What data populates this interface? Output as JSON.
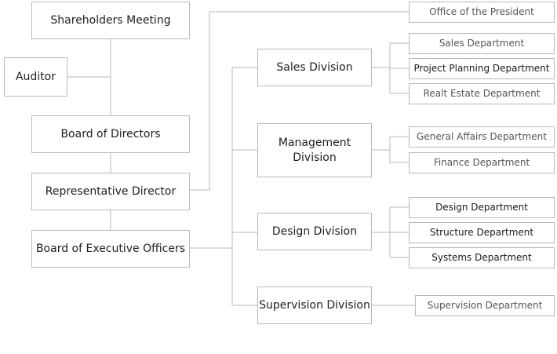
{
  "chart": {
    "shareholders": "Shareholders Meeting",
    "auditor": "Auditor",
    "board_directors": "Board of Directors",
    "rep_director": "Representative Director",
    "exec_officers": "Board of Executive Officers",
    "president_office": "Office of the President",
    "divisions": {
      "sales": "Sales Division",
      "management": "Management Division",
      "design": "Design Division",
      "supervision": "Supervision Division"
    },
    "departments": {
      "sales_dept": "Sales Department",
      "project_planning": "Project Planning Department",
      "real_estate": "Realt Estate Department",
      "general_affairs": "General Affairs Department",
      "finance": "Finance Department",
      "design_dept": "Design Department",
      "structure": "Structure Department",
      "systems": "Systems Department",
      "supervision_dept": "Supervision Department"
    }
  }
}
